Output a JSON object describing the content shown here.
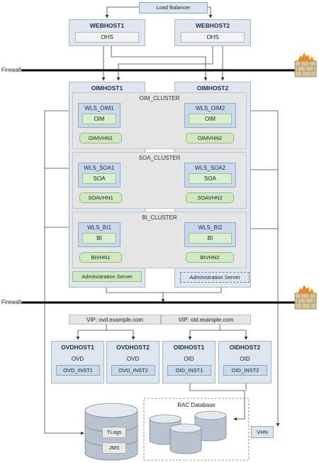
{
  "load_balancer": "Load Balancer",
  "webhosts": [
    {
      "title": "WEBHOST1",
      "component": "OHS"
    },
    {
      "title": "WEBHOST2",
      "component": "OHS"
    }
  ],
  "firewall": "Firewall",
  "oimhosts": [
    {
      "title": "OIMHOST1"
    },
    {
      "title": "OIMHOST2"
    }
  ],
  "clusters": [
    {
      "title": "OIM_CLUSTER",
      "servers": [
        {
          "name": "WLS_OIM1",
          "app": "OIM",
          "vhn": "OIMVHN1"
        },
        {
          "name": "WLS_OIM2",
          "app": "OIM",
          "vhn": "OIMVHN2"
        }
      ]
    },
    {
      "title": "SOA_CLUSTER",
      "servers": [
        {
          "name": "WLS_SOA1",
          "app": "SOA",
          "vhn": "SOAVHN1"
        },
        {
          "name": "WLS_SOA2",
          "app": "SOA",
          "vhn": "SOAVHN2"
        }
      ]
    },
    {
      "title": "BI_CLUSTER",
      "servers": [
        {
          "name": "WLS_BI1",
          "app": "BI",
          "vhn": "BIVHN1"
        },
        {
          "name": "WLS_BI2",
          "app": "BI",
          "vhn": "BIVHN2"
        }
      ]
    }
  ],
  "admin_server": "Administration Server",
  "vips": [
    "VIP: ovd.example.com",
    "VIP: oid.example.com"
  ],
  "dir_hosts": [
    {
      "title": "OVDHOST1",
      "component": "OVD",
      "instance": "OVD_INST1"
    },
    {
      "title": "OVDHOST2",
      "component": "OVD",
      "instance": "OVD_INST2"
    },
    {
      "title": "OIDHOST1",
      "component": "OID",
      "instance": "OID_INST1"
    },
    {
      "title": "OIDHOST2",
      "component": "OID",
      "instance": "OID_INST2"
    }
  ],
  "storage": {
    "tlogs": "TLogs",
    "jms": "JMS"
  },
  "rac_database": "RAC Database",
  "vhn": "VHN"
}
